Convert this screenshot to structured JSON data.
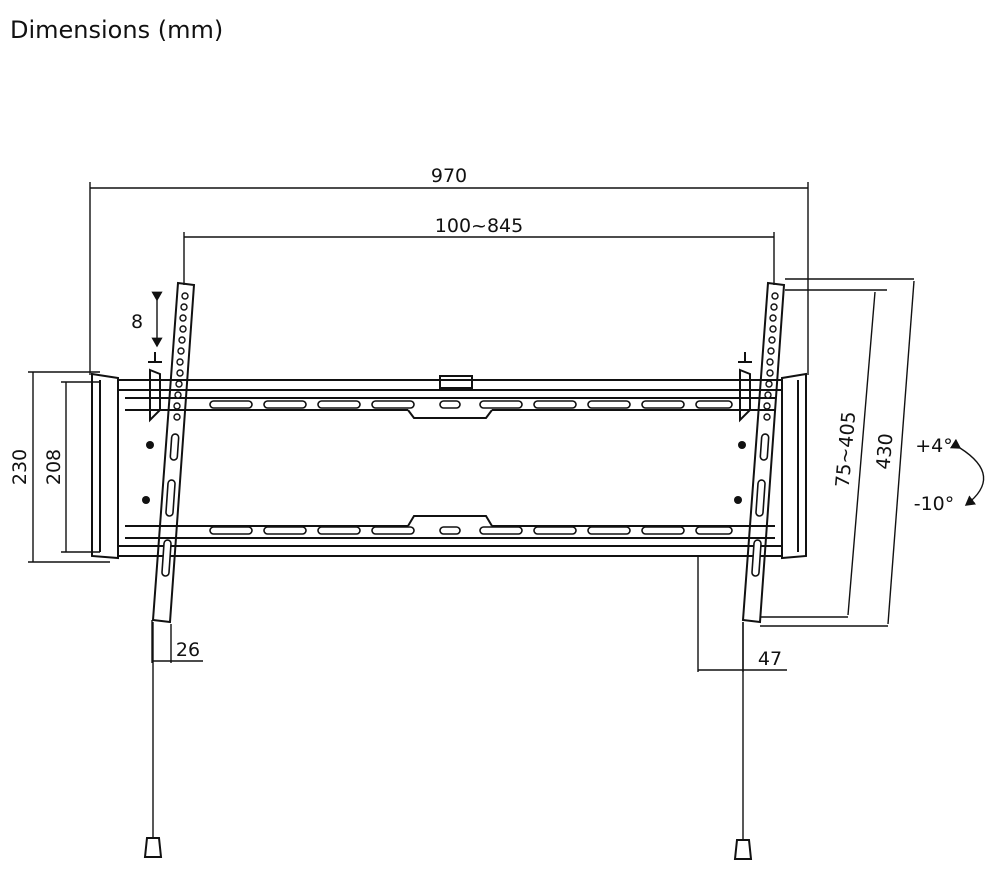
{
  "title": "Dimensions (mm)",
  "dimensions": {
    "overall_width": "970",
    "vesa_horizontal": "100~845",
    "hole_pitch": "8",
    "rail_height_outer": "230",
    "rail_height_inner": "208",
    "vesa_vertical": "75~405",
    "arm_length": "430",
    "depth_min": "26",
    "depth_max": "47"
  },
  "tilt": {
    "up": "+4°",
    "down": "-10°"
  }
}
